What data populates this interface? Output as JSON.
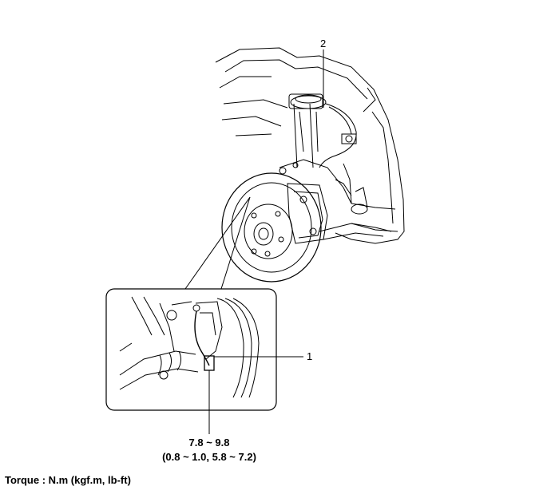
{
  "callouts": {
    "item_1": "1",
    "item_2": "2"
  },
  "torque_spec": {
    "value_nm": "7.8 ~ 9.8",
    "value_alt": "(0.8 ~ 1.0, 5.8 ~ 7.2)"
  },
  "torque_unit_note": "Torque : N.m (kgf.m, lb-ft)",
  "icons": {
    "detail_view": "wheel-speed-sensor-detail-icon",
    "assembly_view": "front-suspension-assembly-icon"
  }
}
